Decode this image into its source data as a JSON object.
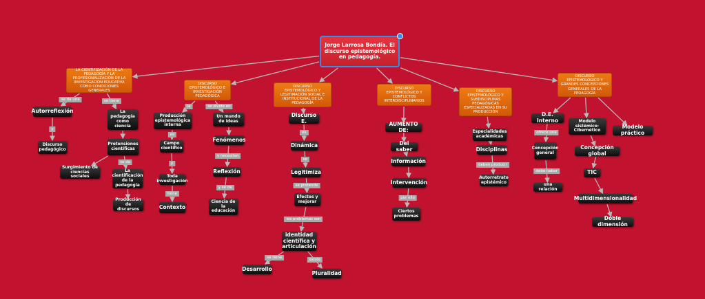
{
  "map": {
    "root": {
      "id": "root",
      "text": "Jorge Larrosa Bondía. El discurso epistemológico en pedagogía."
    },
    "nodes": [
      {
        "id": "o1",
        "style": "orange",
        "text": "LA CIENTIFIZACIÓN DE LA PEDAGOGÍA Y LA PROFESIONALIZACIÓN DE LA INVESTIGACIÓN EDUCATIVA COMO CONDICIONES GENERALES"
      },
      {
        "id": "o2",
        "style": "orange",
        "text": "DISCURSO EPISTEMOLÓGICO E INVESTIGACIÓN PEDAGÓGICA"
      },
      {
        "id": "o3",
        "style": "orange",
        "text": "DISCURSO EPISTEMOLÓGICO Y LEGITIMACIÓN SOCIAL E INSTITUCIONAL DE LA PEDAGOGÍA"
      },
      {
        "id": "o4",
        "style": "orange",
        "text": "DISCURSO EPISTEMOLÓGICO Y CONFLICTOS INTERDISCIPLINARIOS"
      },
      {
        "id": "o5",
        "style": "orange",
        "text": "DISCURSO EPISTEMOLÓGICO Y SUBDISCIPLINAS PEDAGÓGICAS ESPECIALIZADAS EN SU PRODUCCIÓN"
      },
      {
        "id": "o6",
        "style": "orange",
        "text": "DISCURSO EPISTEMOLÓGICO Y GRANDES CONCEPCIONES GENERALES DE LA PEDAGOGÍA"
      },
      {
        "id": "autorreflexion",
        "style": "big",
        "text": "Autorreflexión"
      },
      {
        "id": "discped",
        "style": "",
        "text": "Discurso pedagógico"
      },
      {
        "id": "pedciencia",
        "style": "",
        "text": "La pedagogía como ciencia"
      },
      {
        "id": "pretensiones",
        "style": "",
        "text": "Pretensiones científicas"
      },
      {
        "id": "surgimiento",
        "style": "",
        "text": "Surgimiento de ciencias sociales"
      },
      {
        "id": "cientificacion",
        "style": "",
        "text": "La cientificación de la pedagogía"
      },
      {
        "id": "proddisc",
        "style": "",
        "text": "Producción de discursos"
      },
      {
        "id": "prodepist",
        "style": "",
        "text": "Producción epistemológica interna"
      },
      {
        "id": "campo",
        "style": "",
        "text": "Campo científico"
      },
      {
        "id": "toda",
        "style": "",
        "text": "Toda investigación"
      },
      {
        "id": "contexto",
        "style": "big",
        "text": "Contexto"
      },
      {
        "id": "mundo",
        "style": "",
        "text": "Un mundo de ideas"
      },
      {
        "id": "fenomenos",
        "style": "big",
        "text": "Fenómenos"
      },
      {
        "id": "reflexion",
        "style": "big",
        "text": "Reflexión"
      },
      {
        "id": "cienciaedu",
        "style": "",
        "text": "Ciencia de la educación"
      },
      {
        "id": "discE",
        "style": "big",
        "text": "Discurso E."
      },
      {
        "id": "dinamica",
        "style": "big",
        "text": "Dinámica"
      },
      {
        "id": "legitimiza",
        "style": "big",
        "text": "Legitimiza"
      },
      {
        "id": "efectos",
        "style": "",
        "text": "Efectos y mejorar"
      },
      {
        "id": "identidad",
        "style": "big",
        "text": "identidad científica y articulación"
      },
      {
        "id": "desarrollo",
        "style": "big",
        "text": "Desarrollo"
      },
      {
        "id": "pluralidad",
        "style": "big",
        "text": "Pluralidad"
      },
      {
        "id": "aumento",
        "style": "big",
        "text": "AUMENTO DE:"
      },
      {
        "id": "saber",
        "style": "big",
        "text": "Del saber"
      },
      {
        "id": "informacion",
        "style": "big",
        "text": "Información"
      },
      {
        "id": "intervencion",
        "style": "big",
        "text": "Intervención"
      },
      {
        "id": "ciertos",
        "style": "",
        "text": "Ciertos problemas"
      },
      {
        "id": "especialidades",
        "style": "",
        "text": "Especialidades académicas"
      },
      {
        "id": "disciplinas",
        "style": "big",
        "text": "Disciplinas"
      },
      {
        "id": "autorretrato",
        "style": "",
        "text": "Autorretrato epistémico"
      },
      {
        "id": "deinterno",
        "style": "big",
        "text": "D.E. Interno"
      },
      {
        "id": "sistemico",
        "style": "",
        "text": "Modelo sistémico-Cibernético"
      },
      {
        "id": "practico",
        "style": "big",
        "text": "Modelo práctico"
      },
      {
        "id": "concgeneral",
        "style": "",
        "text": "Concepción general"
      },
      {
        "id": "relacion",
        "style": "",
        "text": "una relación"
      },
      {
        "id": "concglobal",
        "style": "big",
        "text": "Concepción global"
      },
      {
        "id": "tic",
        "style": "big",
        "text": "TIC"
      },
      {
        "id": "multi",
        "style": "big",
        "text": "Multidimensionalidad"
      },
      {
        "id": "doble",
        "style": "big",
        "text": "Doble dimensión"
      }
    ],
    "edges": [
      {
        "from": "root",
        "to": "o1",
        "label": ""
      },
      {
        "from": "root",
        "to": "o2",
        "label": ""
      },
      {
        "from": "root",
        "to": "o3",
        "label": ""
      },
      {
        "from": "root",
        "to": "o4",
        "label": ""
      },
      {
        "from": "root",
        "to": "o5",
        "label": ""
      },
      {
        "from": "root",
        "to": "o6",
        "label": ""
      },
      {
        "from": "o1",
        "to": "autorreflexion",
        "label": "se da una"
      },
      {
        "from": "autorreflexion",
        "to": "discped",
        "label": "y"
      },
      {
        "from": "o1",
        "to": "pedciencia",
        "label": "se tiene"
      },
      {
        "from": "pedciencia",
        "to": "pretensiones",
        "label": ""
      },
      {
        "from": "pretensiones",
        "to": "surgimiento",
        "label": ""
      },
      {
        "from": "pretensiones",
        "to": "cientificacion",
        "label": "se da"
      },
      {
        "from": "cientificacion",
        "to": "proddisc",
        "label": ""
      },
      {
        "from": "o2",
        "to": "prodepist",
        "label": "la"
      },
      {
        "from": "prodepist",
        "to": "campo",
        "label": "es"
      },
      {
        "from": "campo",
        "to": "toda",
        "label": "y"
      },
      {
        "from": "toda",
        "to": "contexto",
        "label": "tiene"
      },
      {
        "from": "o2",
        "to": "mundo",
        "label": "se divide en"
      },
      {
        "from": "mundo",
        "to": "fenomenos",
        "label": ""
      },
      {
        "from": "fenomenos",
        "to": "reflexion",
        "label": "y necesitan"
      },
      {
        "from": "reflexion",
        "to": "cienciaedu",
        "label": "y se da"
      },
      {
        "from": "o3",
        "to": "discE",
        "label": ""
      },
      {
        "from": "discE",
        "to": "dinamica",
        "label": "es"
      },
      {
        "from": "dinamica",
        "to": "legitimiza",
        "label": "se"
      },
      {
        "from": "legitimiza",
        "to": "efectos",
        "label": "se pretende"
      },
      {
        "from": "efectos",
        "to": "identidad",
        "label": "los problemas son"
      },
      {
        "from": "identidad",
        "to": "desarrollo",
        "label": "se tiene"
      },
      {
        "from": "identidad",
        "to": "pluralidad",
        "label": "existe"
      },
      {
        "from": "o4",
        "to": "aumento",
        "label": ""
      },
      {
        "from": "aumento",
        "to": "saber",
        "label": ""
      },
      {
        "from": "saber",
        "to": "informacion",
        "label": ""
      },
      {
        "from": "informacion",
        "to": "intervencion",
        "label": ""
      },
      {
        "from": "intervencion",
        "to": "ciertos",
        "label": "por ello"
      },
      {
        "from": "o5",
        "to": "especialidades",
        "label": ""
      },
      {
        "from": "especialidades",
        "to": "disciplinas",
        "label": ""
      },
      {
        "from": "disciplinas",
        "to": "autorretrato",
        "label": "deben producir"
      },
      {
        "from": "o6",
        "to": "deinterno",
        "label": ""
      },
      {
        "from": "deinterno",
        "to": "concgeneral",
        "label": "ofrece una"
      },
      {
        "from": "concgeneral",
        "to": "relacion",
        "label": "debe haber"
      },
      {
        "from": "o6",
        "to": "sistemico",
        "label": ""
      },
      {
        "from": "sistemico",
        "to": "concglobal",
        "label": ""
      },
      {
        "from": "concglobal",
        "to": "tic",
        "label": ""
      },
      {
        "from": "tic",
        "to": "multi",
        "label": ""
      },
      {
        "from": "multi",
        "to": "doble",
        "label": ""
      },
      {
        "from": "o6",
        "to": "practico",
        "label": ""
      }
    ]
  },
  "colors": {
    "background": "#c1122f",
    "orange": "#e06a0e",
    "dark": "#1a1a1a",
    "link_label": "#a9a9a9",
    "selection": "#3b8ee8"
  }
}
